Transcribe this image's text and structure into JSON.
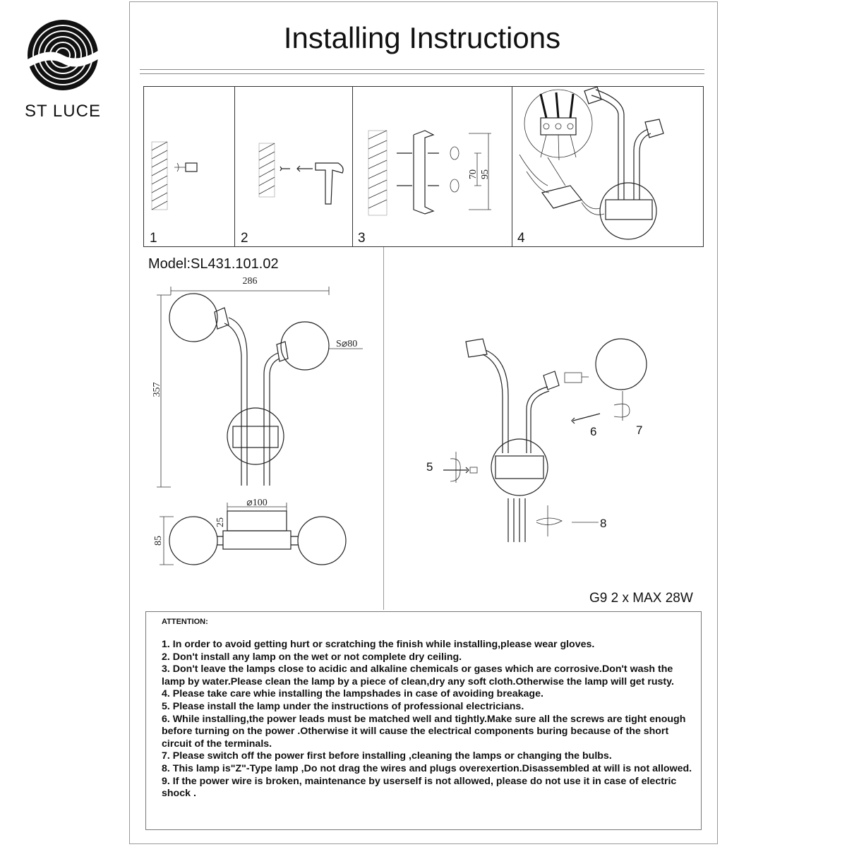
{
  "brand": {
    "logo_text": "ST LUCE"
  },
  "header": {
    "title": "Installing Instructions"
  },
  "steps": [
    {
      "number": "1"
    },
    {
      "number": "2"
    },
    {
      "number": "3",
      "dim_small": "70",
      "dim_large": "95"
    },
    {
      "number": "4"
    }
  ],
  "model": {
    "label": "Model:SL431.101.02",
    "width": "286",
    "height": "357",
    "shade": "S⌀80",
    "base_diameter": "⌀100",
    "depth": "85",
    "base_depth": "25"
  },
  "assembly": {
    "callouts": [
      "5",
      "6",
      "7",
      "8"
    ]
  },
  "spec": "G9 2 x MAX 28W",
  "attention": {
    "heading": "ATTENTION:",
    "items": [
      "1. In order to avoid getting hurt or scratching the finish while installing,please wear gloves.",
      "2. Don't install any lamp on the wet or not complete dry ceiling.",
      "3. Don't leave the lamps close to acidic and alkaline chemicals or gases which are corrosive.Don't wash the lamp by water.Please clean the lamp by a piece of clean,dry any soft cloth.Otherwise the lamp will get rusty.",
      "4. Please take care whie installing the lampshades in case of avoiding breakage.",
      "5. Please install the lamp under the instructions of professional electricians.",
      "6. While installing,the power leads must be matched well and tightly.Make sure all the screws are tight enough before turning on the power .Otherwise it will cause the electrical components buring because of the short circuit of the terminals.",
      "7. Please switch off the power first before installing ,cleaning the lamps or changing the bulbs.",
      "8. This lamp is\"Z\"-Type lamp ,Do not drag the wires and plugs overexertion.Disassembled at will is not allowed.",
      "9. If the power wire is broken, maintenance by userself is not allowed, please do not use it in case of electric shock ."
    ]
  }
}
